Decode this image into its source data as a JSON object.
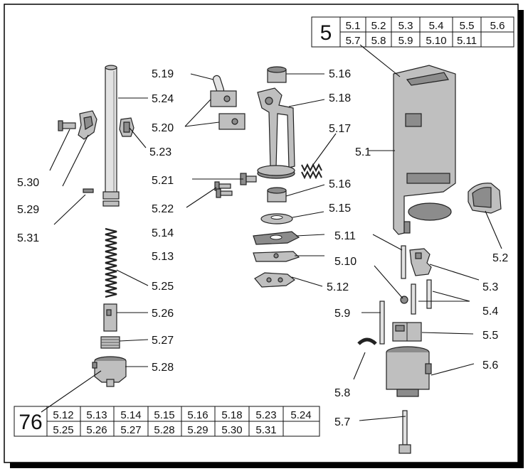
{
  "top_table": {
    "number": "5",
    "row1": [
      "5.1",
      "5.2",
      "5.3",
      "5.4",
      "5.5",
      "5.6"
    ],
    "row2": [
      "5.7",
      "5.8",
      "5.9",
      "5.10",
      "5.11",
      ""
    ]
  },
  "bottom_table": {
    "number": "76",
    "row1": [
      "5.12",
      "5.13",
      "5.14",
      "5.15",
      "5.16",
      "5.18",
      "5.23",
      "5.24"
    ],
    "row2": [
      "5.25",
      "5.26",
      "5.27",
      "5.28",
      "5.29",
      "5.30",
      "5.31",
      ""
    ]
  },
  "labels": {
    "l_5_1": "5.1",
    "l_5_2": "5.2",
    "l_5_3": "5.3",
    "l_5_4": "5.4",
    "l_5_5": "5.5",
    "l_5_6": "5.6",
    "l_5_7": "5.7",
    "l_5_8": "5.8",
    "l_5_9": "5.9",
    "l_5_10": "5.10",
    "l_5_11": "5.11",
    "l_5_12": "5.12",
    "l_5_13": "5.13",
    "l_5_14": "5.14",
    "l_5_15": "5.15",
    "l_5_16a": "5.16",
    "l_5_16b": "5.16",
    "l_5_17": "5.17",
    "l_5_18": "5.18",
    "l_5_19": "5.19",
    "l_5_20": "5.20",
    "l_5_21": "5.21",
    "l_5_22": "5.22",
    "l_5_23": "5.23",
    "l_5_24": "5.24",
    "l_5_25": "5.25",
    "l_5_26": "5.26",
    "l_5_27": "5.27",
    "l_5_28": "5.28",
    "l_5_29": "5.29",
    "l_5_30": "5.30",
    "l_5_31": "5.31"
  }
}
